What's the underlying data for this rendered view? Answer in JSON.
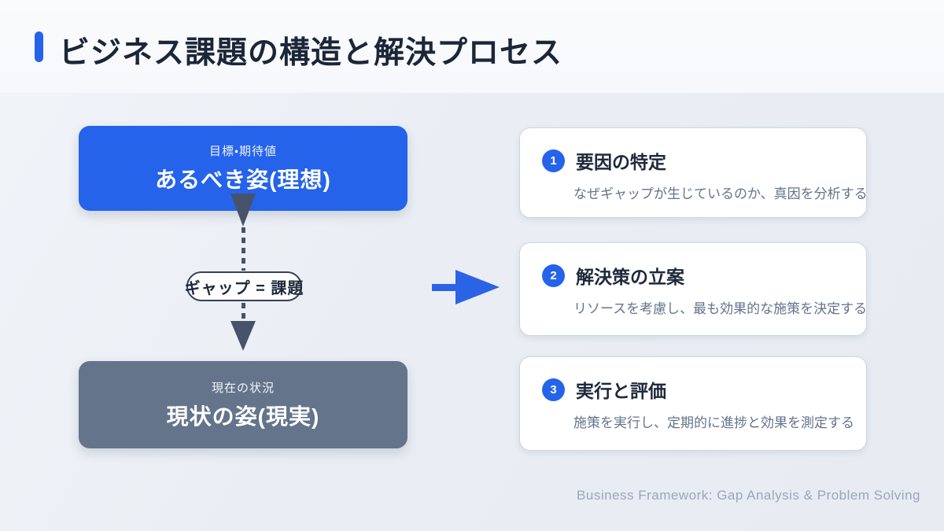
{
  "header": {
    "title": "ビジネス課題の構造と解決プロセス"
  },
  "diagram": {
    "ideal_box": {
      "subtitle": "目標・期待値",
      "title": "あるべき姿(理想)"
    },
    "gap_pill": {
      "label": "ギャップ = 課題"
    },
    "current_box": {
      "subtitle": "現在の状況",
      "title": "現状の姿(現実)"
    }
  },
  "steps": [
    {
      "number": "1",
      "title": "要因の特定",
      "description": "なぜギャップが生じているのか、真因を分析する"
    },
    {
      "number": "2",
      "title": "解決策の立案",
      "description": "リソースを考慮し、最も効果的な施策を決定する"
    },
    {
      "number": "3",
      "title": "実行と評価",
      "description": "施策を実行し、定期的に進捗と効果を測定する"
    }
  ],
  "footer": {
    "caption": "Business Framework: Gap Analysis & Problem Solving"
  },
  "colors": {
    "accent_blue": "#2563eb",
    "slate_gray": "#64748b",
    "dark_navy": "#1e293b",
    "arrow_slate": "#47536a"
  }
}
